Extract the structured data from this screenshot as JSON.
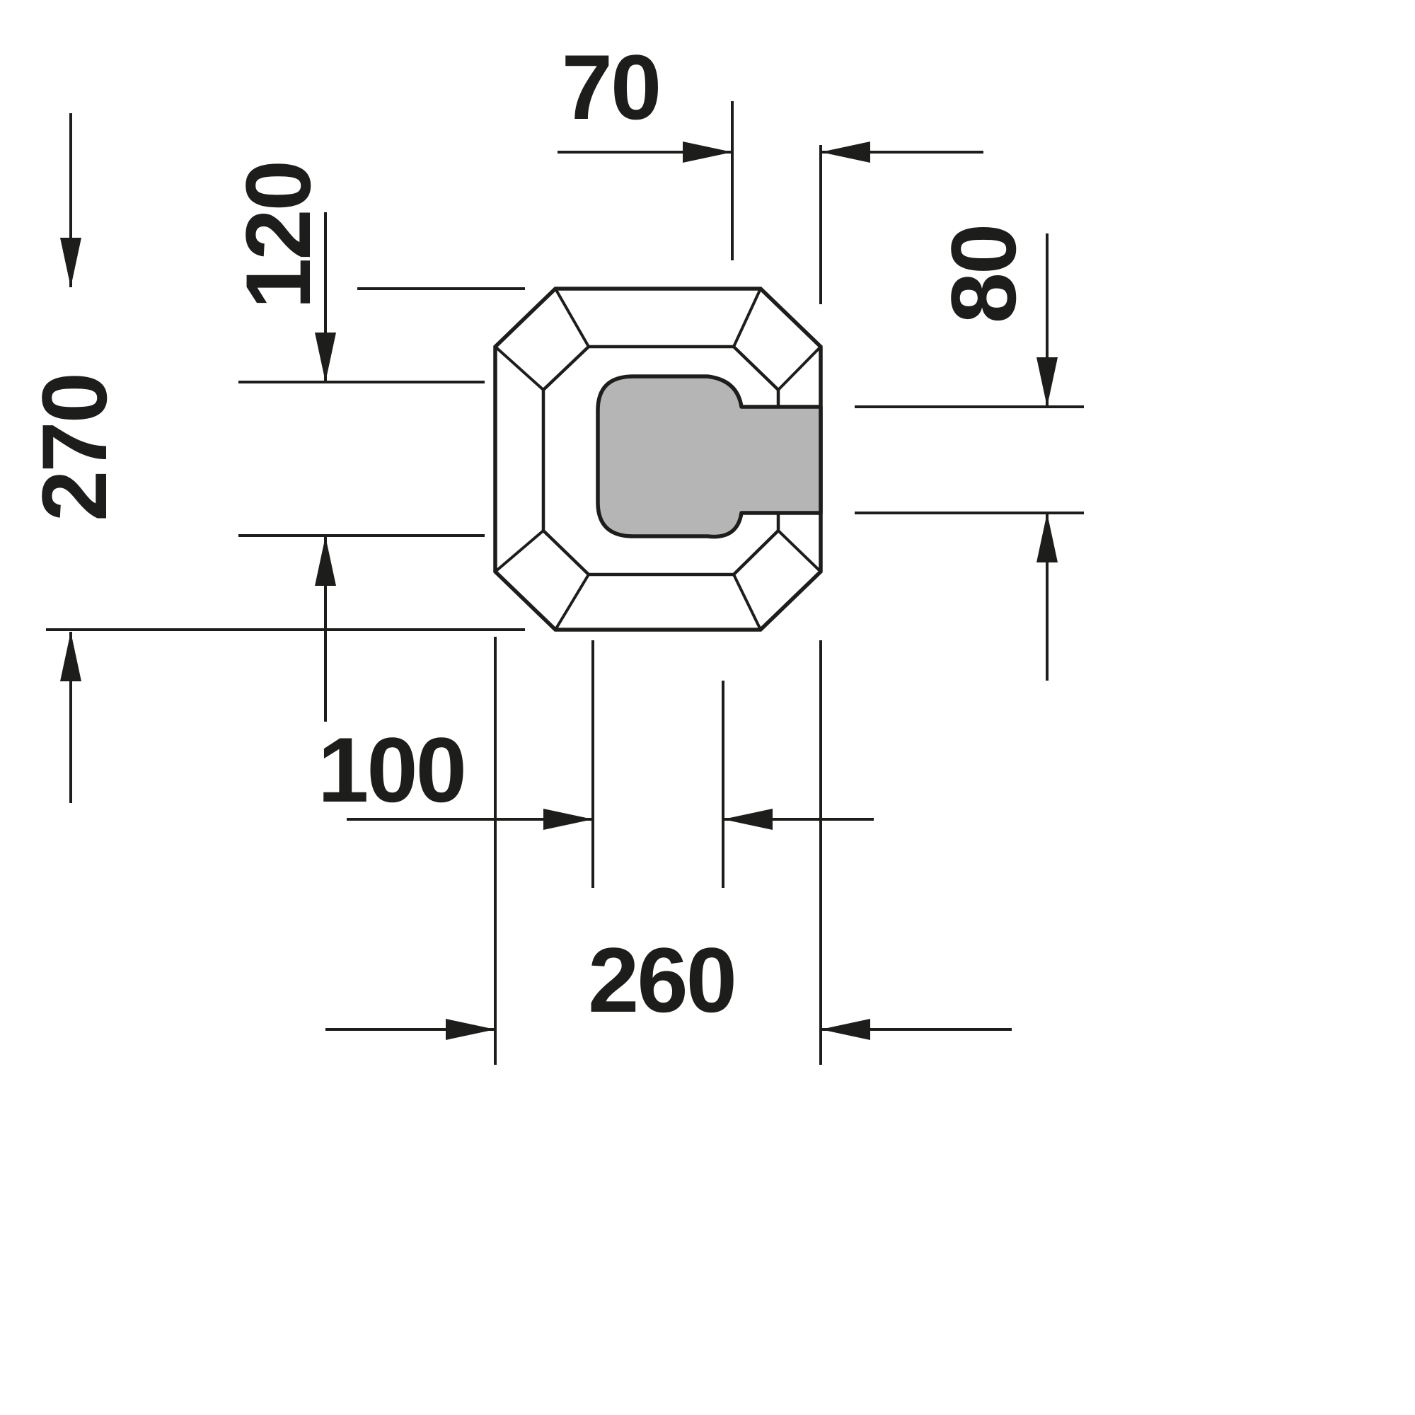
{
  "diagram": {
    "colors": {
      "line": "#1d1d1b",
      "fill_gray": "#b5b5b5",
      "background": "#ffffff"
    },
    "dimensions": {
      "d70": "70",
      "d120": "120",
      "d80": "80",
      "d270": "270",
      "d100": "100",
      "d260": "260"
    }
  }
}
